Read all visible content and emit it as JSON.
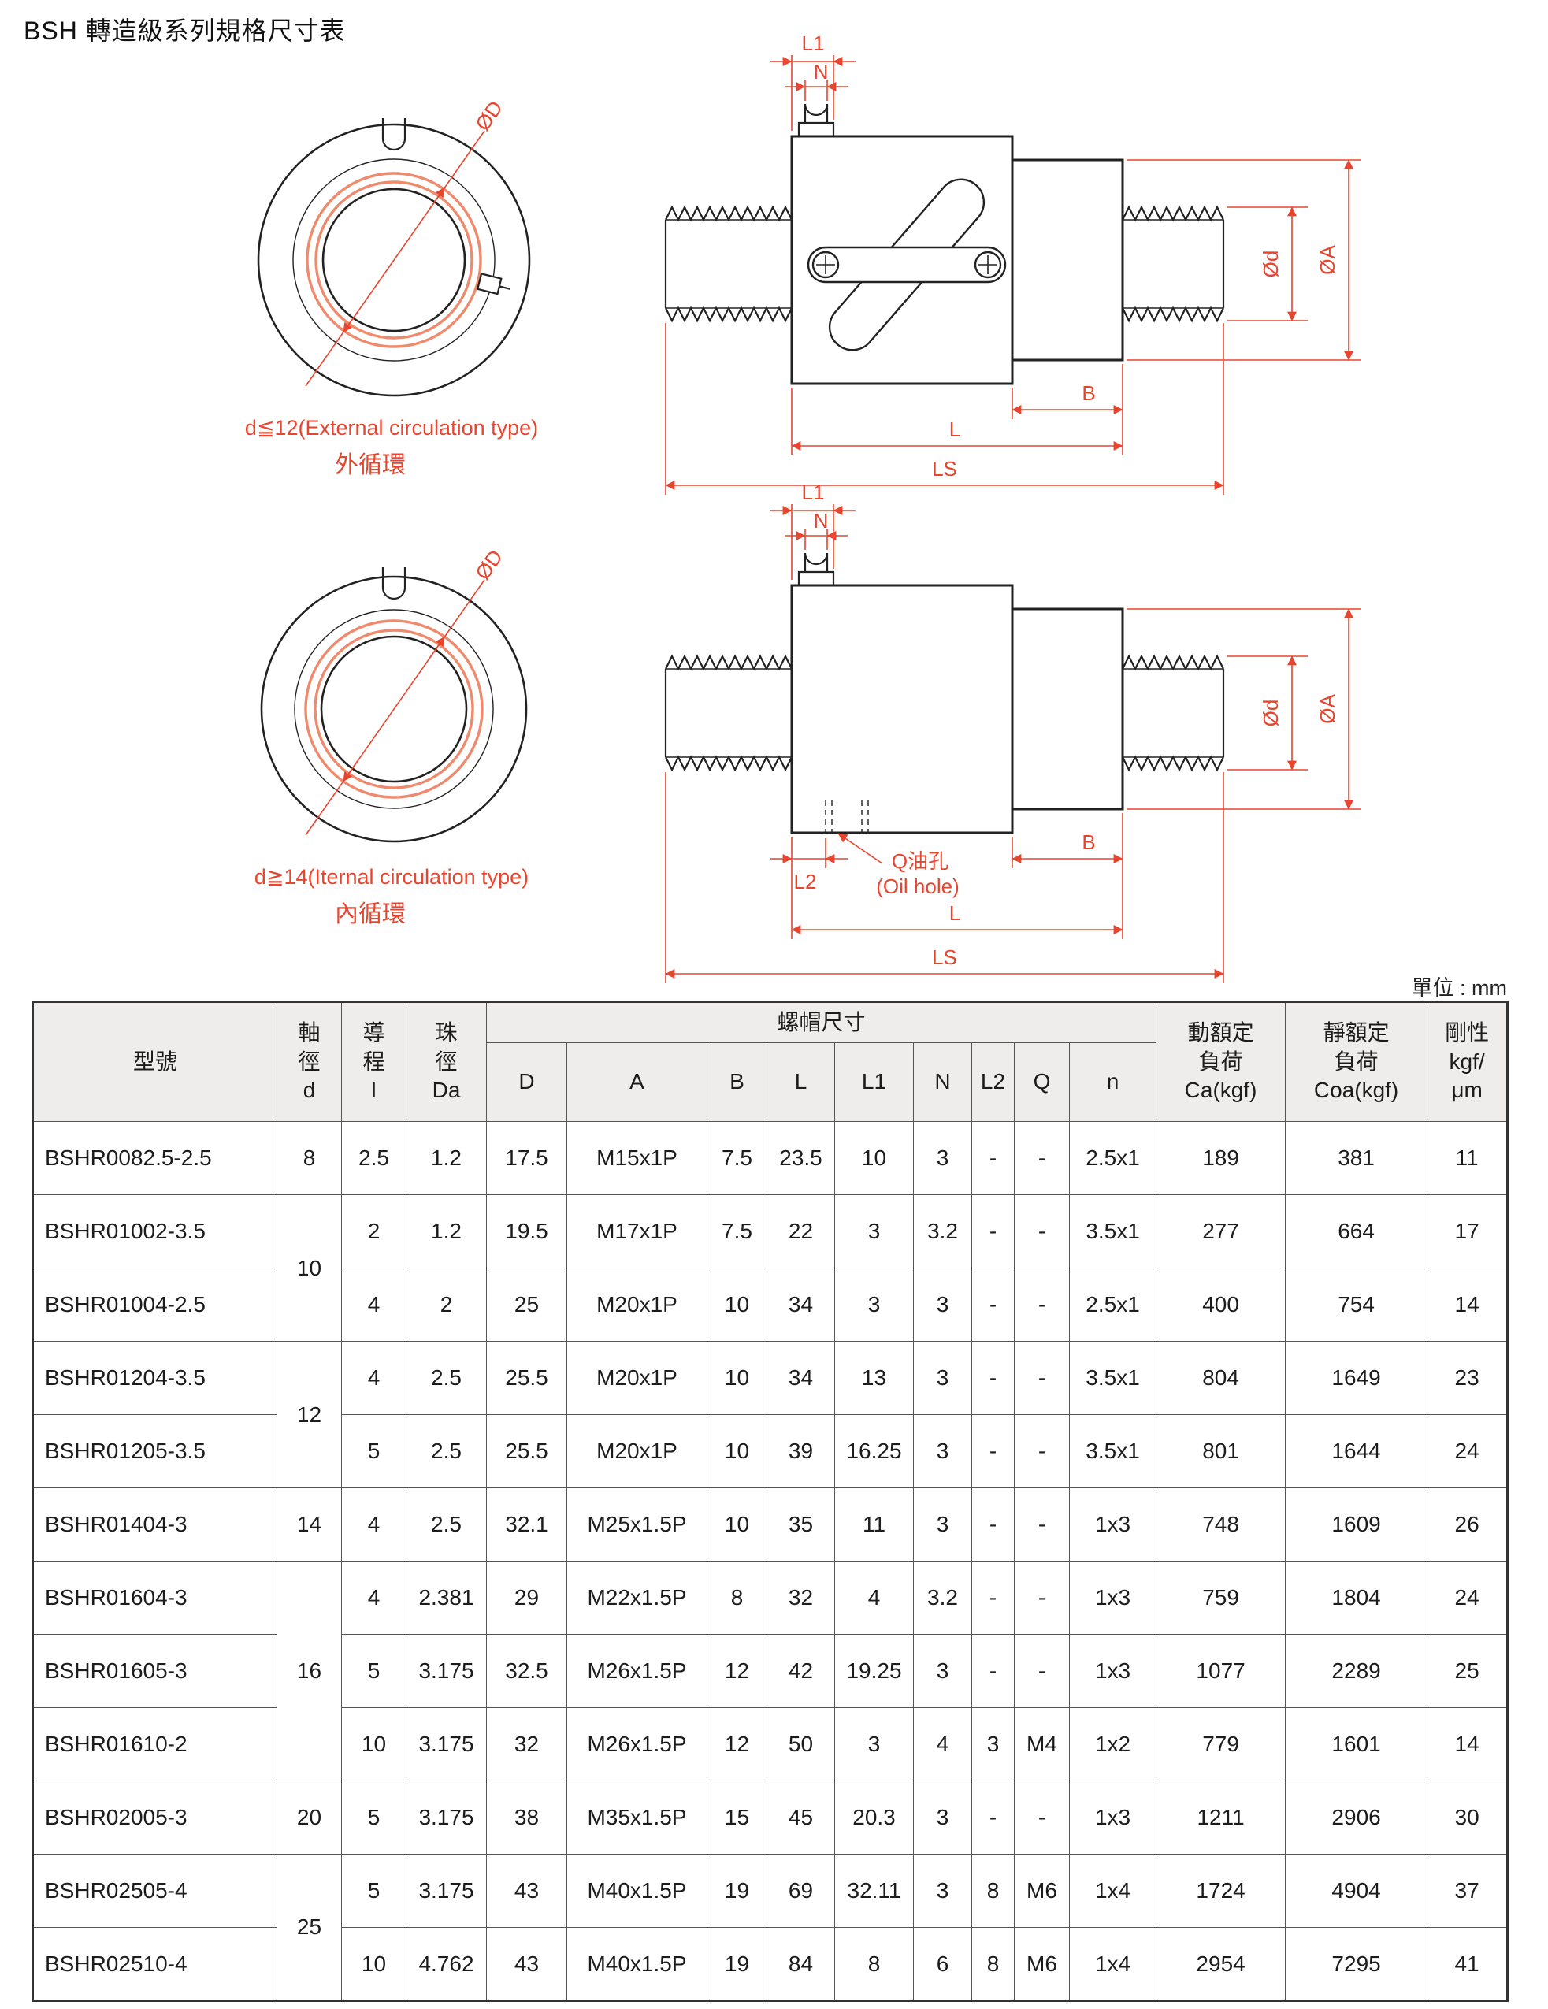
{
  "page": {
    "title": "BSH 轉造級系列規格尺寸表",
    "unit_label": "單位 : mm"
  },
  "dims": {
    "d_outer": "ØD",
    "l1": "L1",
    "n": "N",
    "d_shaft": "Ød",
    "a": "ØA",
    "b": "B",
    "l": "L",
    "ls": "LS",
    "l2": "L2",
    "q_oil": "Q油孔",
    "oil_hole": "(Oil hole)"
  },
  "diagrams": {
    "external": {
      "caption": "d≦12(External circulation type)",
      "caption_cn": "外循環"
    },
    "internal": {
      "caption": "d≧14(Iternal circulation type)",
      "caption_cn": "內循環"
    }
  },
  "table": {
    "headers": {
      "model": "型號",
      "shaft": "軸\n徑\nd",
      "lead": "導\n程\nl",
      "ball": "珠\n徑\nDa",
      "nut_dims": "螺帽尺寸",
      "nut_cols": [
        "D",
        "A",
        "B",
        "L",
        "L1",
        "N",
        "L2",
        "Q",
        "n"
      ],
      "dynamic": "動額定\n負荷\nCa(kgf)",
      "static": "靜額定\n負荷\nCoa(kgf)",
      "rigidity": "剛性\nkgf/\nμm"
    },
    "rows": [
      {
        "model": "BSHR0082.5-2.5",
        "d": "8",
        "d_span": 1,
        "lead": "2.5",
        "da": "1.2",
        "D": "17.5",
        "A": "M15x1P",
        "B": "7.5",
        "L": "23.5",
        "L1": "10",
        "N": "3",
        "L2": "-",
        "Q": "-",
        "n": "2.5x1",
        "ca": "189",
        "coa": "381",
        "k": "11"
      },
      {
        "model": "BSHR01002-3.5",
        "d": "10",
        "d_span": 2,
        "lead": "2",
        "da": "1.2",
        "D": "19.5",
        "A": "M17x1P",
        "B": "7.5",
        "L": "22",
        "L1": "3",
        "N": "3.2",
        "L2": "-",
        "Q": "-",
        "n": "3.5x1",
        "ca": "277",
        "coa": "664",
        "k": "17"
      },
      {
        "model": "BSHR01004-2.5",
        "lead": "4",
        "da": "2",
        "D": "25",
        "A": "M20x1P",
        "B": "10",
        "L": "34",
        "L1": "3",
        "N": "3",
        "L2": "-",
        "Q": "-",
        "n": "2.5x1",
        "ca": "400",
        "coa": "754",
        "k": "14"
      },
      {
        "model": "BSHR01204-3.5",
        "d": "12",
        "d_span": 2,
        "lead": "4",
        "da": "2.5",
        "D": "25.5",
        "A": "M20x1P",
        "B": "10",
        "L": "34",
        "L1": "13",
        "N": "3",
        "L2": "-",
        "Q": "-",
        "n": "3.5x1",
        "ca": "804",
        "coa": "1649",
        "k": "23"
      },
      {
        "model": "BSHR01205-3.5",
        "lead": "5",
        "da": "2.5",
        "D": "25.5",
        "A": "M20x1P",
        "B": "10",
        "L": "39",
        "L1": "16.25",
        "N": "3",
        "L2": "-",
        "Q": "-",
        "n": "3.5x1",
        "ca": "801",
        "coa": "1644",
        "k": "24"
      },
      {
        "model": "BSHR01404-3",
        "d": "14",
        "d_span": 1,
        "lead": "4",
        "da": "2.5",
        "D": "32.1",
        "A": "M25x1.5P",
        "B": "10",
        "L": "35",
        "L1": "11",
        "N": "3",
        "L2": "-",
        "Q": "-",
        "n": "1x3",
        "ca": "748",
        "coa": "1609",
        "k": "26"
      },
      {
        "model": "BSHR01604-3",
        "d": "16",
        "d_span": 3,
        "lead": "4",
        "da": "2.381",
        "D": "29",
        "A": "M22x1.5P",
        "B": "8",
        "L": "32",
        "L1": "4",
        "N": "3.2",
        "L2": "-",
        "Q": "-",
        "n": "1x3",
        "ca": "759",
        "coa": "1804",
        "k": "24"
      },
      {
        "model": "BSHR01605-3",
        "lead": "5",
        "da": "3.175",
        "D": "32.5",
        "A": "M26x1.5P",
        "B": "12",
        "L": "42",
        "L1": "19.25",
        "N": "3",
        "L2": "-",
        "Q": "-",
        "n": "1x3",
        "ca": "1077",
        "coa": "2289",
        "k": "25"
      },
      {
        "model": "BSHR01610-2",
        "lead": "10",
        "da": "3.175",
        "D": "32",
        "A": "M26x1.5P",
        "B": "12",
        "L": "50",
        "L1": "3",
        "N": "4",
        "L2": "3",
        "Q": "M4",
        "n": "1x2",
        "ca": "779",
        "coa": "1601",
        "k": "14"
      },
      {
        "model": "BSHR02005-3",
        "d": "20",
        "d_span": 1,
        "lead": "5",
        "da": "3.175",
        "D": "38",
        "A": "M35x1.5P",
        "B": "15",
        "L": "45",
        "L1": "20.3",
        "N": "3",
        "L2": "-",
        "Q": "-",
        "n": "1x3",
        "ca": "1211",
        "coa": "2906",
        "k": "30"
      },
      {
        "model": "BSHR02505-4",
        "d": "25",
        "d_span": 2,
        "lead": "5",
        "da": "3.175",
        "D": "43",
        "A": "M40x1.5P",
        "B": "19",
        "L": "69",
        "L1": "32.11",
        "N": "3",
        "L2": "8",
        "Q": "M6",
        "n": "1x4",
        "ca": "1724",
        "coa": "4904",
        "k": "37"
      },
      {
        "model": "BSHR02510-4",
        "lead": "10",
        "da": "4.762",
        "D": "43",
        "A": "M40x1.5P",
        "B": "19",
        "L": "84",
        "L1": "8",
        "N": "6",
        "L2": "8",
        "Q": "M6",
        "n": "1x4",
        "ca": "2954",
        "coa": "7295",
        "k": "41"
      }
    ]
  }
}
